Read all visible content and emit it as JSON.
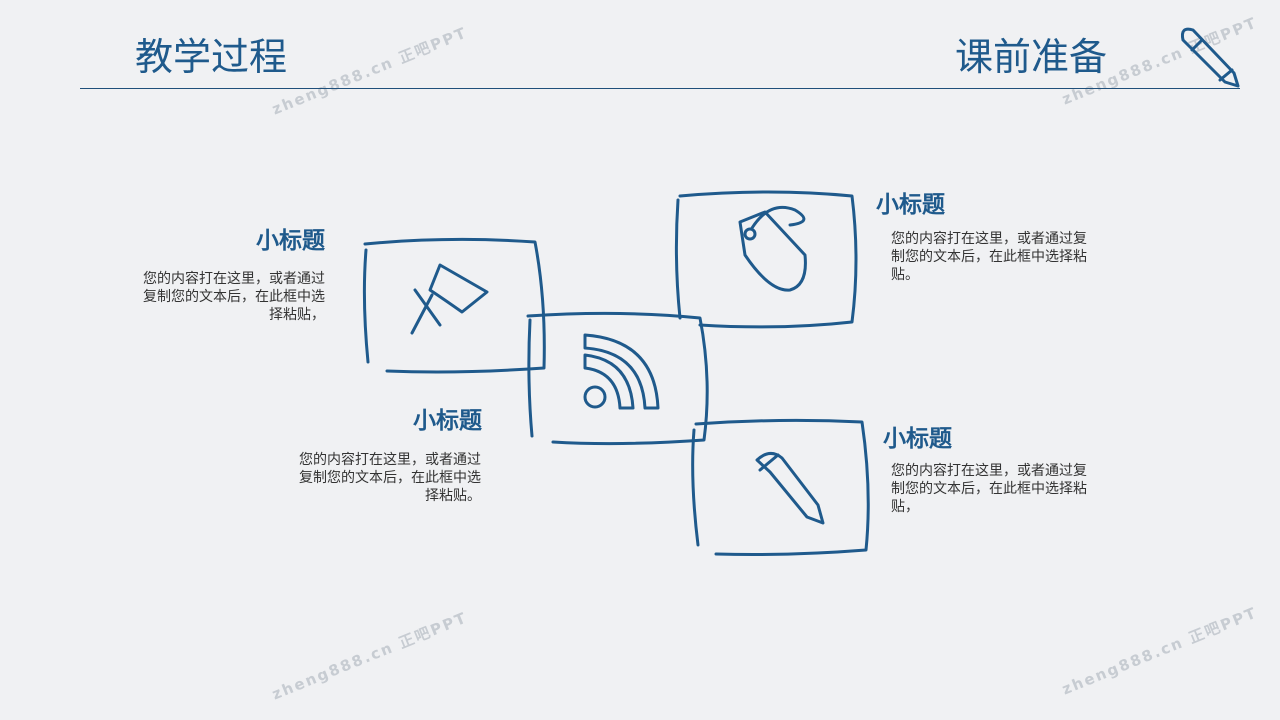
{
  "header": {
    "left_title": "教学过程",
    "right_title": "课前准备"
  },
  "watermark": "zheng888.cn 正吧PPT",
  "items": [
    {
      "title": "小标题",
      "lines": [
        "您的内容打在这里，或者通过",
        "复制您的文本后，在此框中选",
        "择粘贴，"
      ],
      "icon": "pushpin-icon"
    },
    {
      "title": "小标题",
      "lines": [
        "您的内容打在这里，或者通过",
        "复制您的文本后，在此框中选",
        "择粘贴。"
      ],
      "icon": "rss-icon"
    },
    {
      "title": "小标题",
      "lines": [
        "您的内容打在这里，或者通过复",
        "制您的文本后，在此框中选择粘",
        "贴。"
      ],
      "icon": "tag-icon"
    },
    {
      "title": "小标题",
      "lines": [
        "您的内容打在这里，或者通过复",
        "制您的文本后，在此框中选择粘",
        "贴，"
      ],
      "icon": "pencil-icon"
    }
  ],
  "colors": {
    "accent": "#1f5a8c",
    "background": "#f0f1f3",
    "text": "#333333"
  }
}
